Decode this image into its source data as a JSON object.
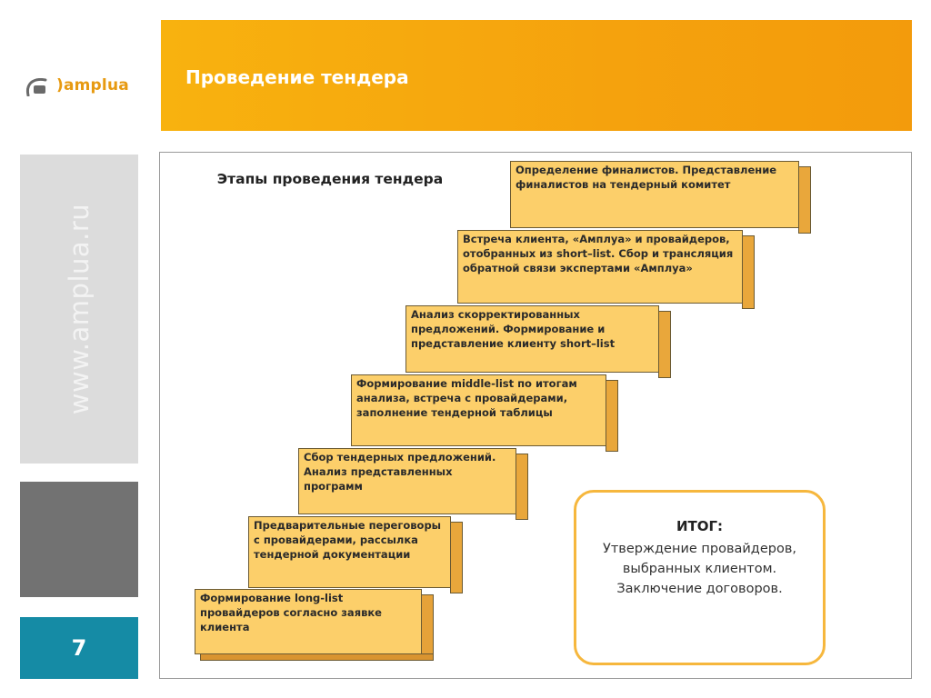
{
  "logo": {
    "text": ")amplua"
  },
  "header": {
    "title": "Проведение тендера"
  },
  "sidebar": {
    "url": "www.amplua.ru",
    "page_number": "7"
  },
  "diagram": {
    "title": "Этапы проведения тендера",
    "steps": [
      {
        "text": "Формирование long-list провайдеров согласно заявке клиента"
      },
      {
        "text": "Предварительные переговоры с провайдерами, рассылка тендерной документации"
      },
      {
        "text": "Сбор тендерных предложений. Анализ представленных программ"
      },
      {
        "text": "Формирование middle-list по итогам анализа, встреча с провайдерами, заполнение тендерной таблицы"
      },
      {
        "text": "Анализ скорректированных предложений. Формирование и представление клиенту short–list"
      },
      {
        "text": "Встреча клиента, «Амплуа» и провайдеров, отобранных из short–list. Сбор и трансляция обратной связи экспертами «Амплуа»"
      },
      {
        "text": "Определение финалистов. Представление финалистов на тендерный комитет"
      }
    ],
    "result": {
      "title": "ИТОГ:",
      "text": "Утверждение провайдеров, выбранных клиентом. Заключение договоров."
    }
  },
  "colors": {
    "header_orange": "#f5a20d",
    "logo_orange": "#e79a11",
    "step_face": "#fccf6a",
    "step_side": "#e9a73b",
    "page_number_bg": "#158ba5"
  }
}
